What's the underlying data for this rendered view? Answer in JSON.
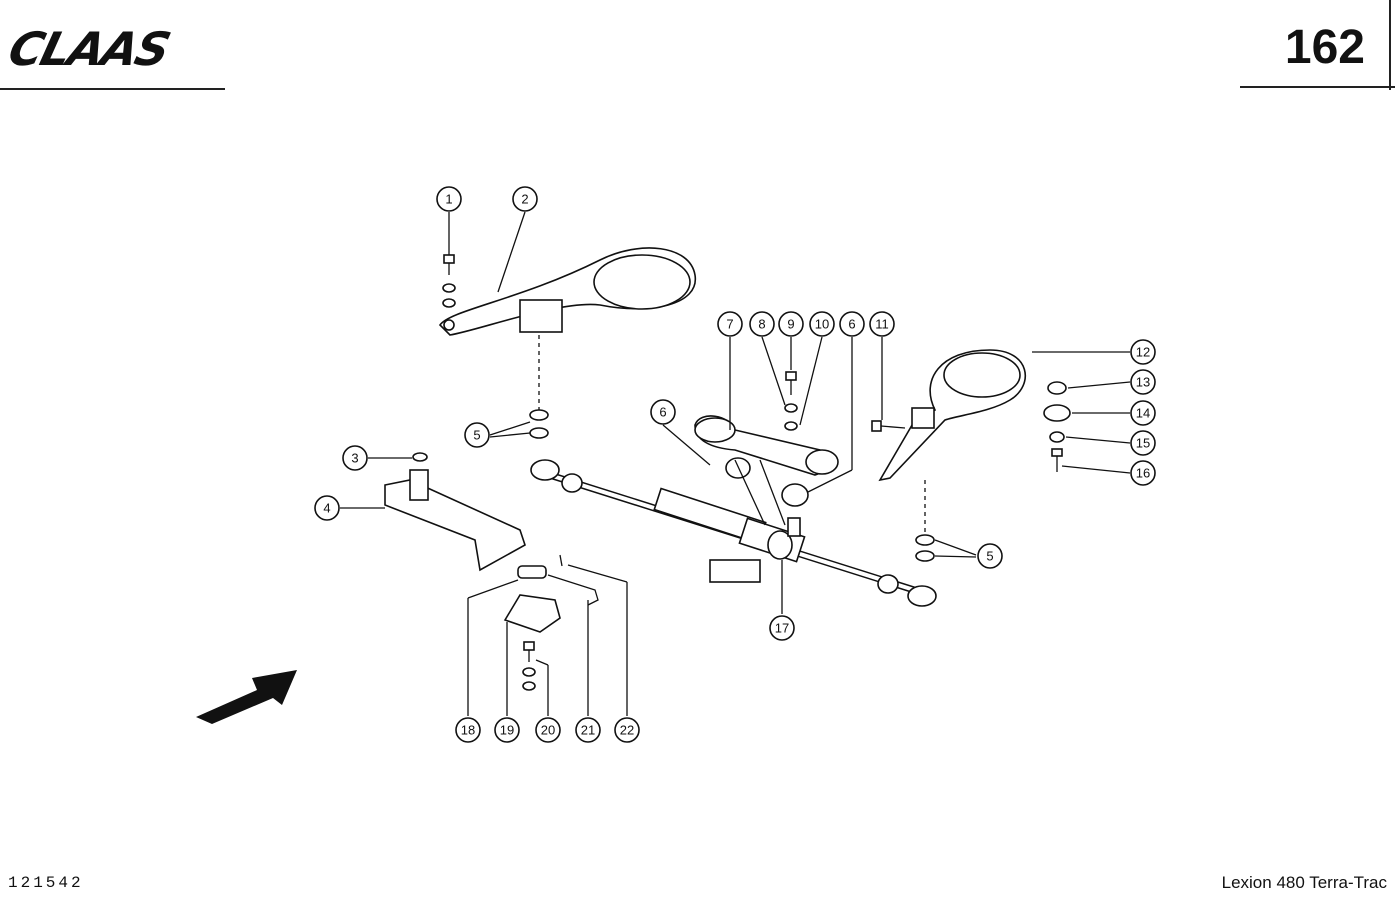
{
  "header": {
    "brand": "CLAAS",
    "page_number": "162"
  },
  "footer": {
    "document_number": "121542",
    "model": "Lexion 480 Terra-Trac"
  },
  "callouts": [
    "1",
    "2",
    "3",
    "4",
    "5",
    "6",
    "7",
    "8",
    "9",
    "10",
    "6",
    "11",
    "12",
    "13",
    "14",
    "15",
    "16",
    "17",
    "18",
    "19",
    "20",
    "21",
    "22",
    "5"
  ],
  "icons": {
    "direction": "arrow-icon"
  }
}
